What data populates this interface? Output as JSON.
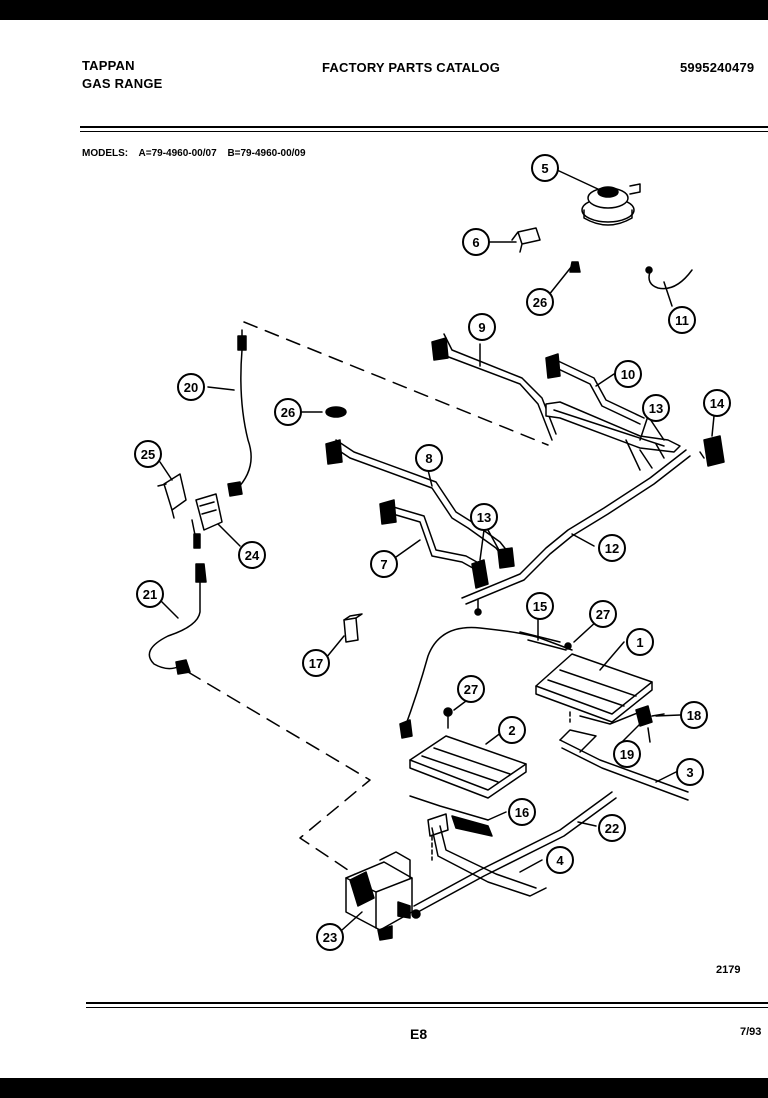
{
  "header": {
    "brand": "TAPPAN",
    "product": "GAS RANGE",
    "title": "FACTORY PARTS CATALOG",
    "catalog_number": "5995240479"
  },
  "models": {
    "label": "MODELS:",
    "model_a": "A=79-4960-00/07",
    "model_b": "B=79-4960-00/09"
  },
  "callouts": [
    "1",
    "2",
    "3",
    "4",
    "5",
    "6",
    "7",
    "8",
    "9",
    "10",
    "11",
    "12",
    "13",
    "13",
    "14",
    "15",
    "16",
    "17",
    "18",
    "19",
    "20",
    "21",
    "22",
    "23",
    "24",
    "25",
    "26",
    "26",
    "27",
    "27"
  ],
  "footer": {
    "diagram_code": "2179",
    "page": "E8",
    "date": "7/93"
  }
}
